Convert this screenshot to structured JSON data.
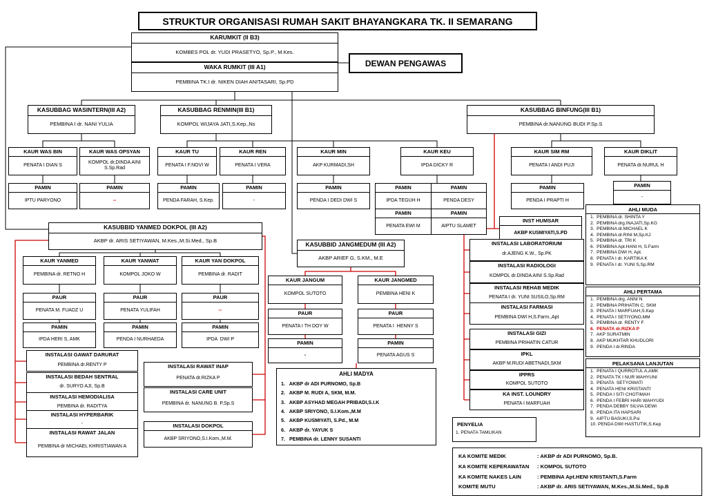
{
  "title": "STRUKTUR ORGANISASI RUMAH SAKIT BHAYANGKARA TK. II  SEMARANG",
  "colors": {
    "accent_red": "#cc0000",
    "line_black": "#000000"
  },
  "leadership": {
    "karumkit": {
      "title": "KARUMKIT (II B3)",
      "name": "KOMBES POL dr. YUDI PRASETYO, Sp.P., M.Kes."
    },
    "waka": {
      "title": "WAKA RUMKIT (III A1)",
      "name": "PEMBINA TK.I dr. NIKEN DIAH ANITASARI, Sp.PD"
    },
    "dewan_pengawas": "DEWAN PENGAWAS"
  },
  "kasubbag": [
    {
      "title": "KASUBBAG WASINTERN(III A2)",
      "name": "PEMBINA I dr. NANI YULIA"
    },
    {
      "title": "KASUBBAG RENMIN(III B1)",
      "name": "KOMPOL WIJAYA JATI,S.Kep.,Ns"
    },
    {
      "title": "KASUBBAG BINFUNG(III B1)",
      "name": "PEMBINA dr.NANUNG BUDI P.Sp.S"
    }
  ],
  "kaur": [
    {
      "title": "KAUR WAS BIN",
      "name": "PENATA I DIAN S"
    },
    {
      "title": "KAUR WAS OPSYAN",
      "name": "KOMPOL dr,DINDA AINI S.Sp.Rad"
    },
    {
      "title": "KAUR TU",
      "name": "PENATA I F.NOVI W"
    },
    {
      "title": "KAUR REN",
      "name": "PENATA I VERA"
    },
    {
      "title": "KAUR MIN",
      "name": "AKP KURMADI,SH"
    },
    {
      "title": "KAUR KEU",
      "name": "IPDA DICKY R"
    },
    {
      "title": "KAUR SIM RM",
      "name": "PENATA I ANDI PUJI"
    },
    {
      "title": "KAUR DIKLIT",
      "name": "PENATA dr.NURUL H"
    }
  ],
  "pamin": [
    {
      "title": "PAMIN",
      "name": "IPTU PARYONO"
    },
    {
      "title": "PAMIN",
      "name": "--"
    },
    {
      "title": "PAMIN",
      "name": "PENDA FARAH, S.Kep."
    },
    {
      "title": "PAMIN",
      "name": "-"
    },
    {
      "title": "PAMIN",
      "name": "PENDA I DEDI DWI S"
    },
    {
      "title": "PAMIN",
      "name": "IPDA TEGUH H"
    },
    {
      "title": "PAMIN",
      "name": "PENDA DESY"
    },
    {
      "title": "PAMIN",
      "name": "PENATA EWI M"
    },
    {
      "title": "PAMIN",
      "name": "AIPTU SLAMET"
    },
    {
      "title": "PAMIN",
      "name": "PENDA I PRAPTI H"
    },
    {
      "title": "PAMIN",
      "name": "-"
    }
  ],
  "inst_humsar": {
    "title": "INST HUMSAR",
    "name": "AKBP KUSMIYATI,S.PD"
  },
  "yanmed": {
    "header": {
      "title": "KASUBBID YANMED DOKPOL (III A2)",
      "name": "AKBP dr. ARIS SETIYAWAN, M.Kes.,M.Si.Med., Sp.B"
    },
    "kaur": [
      {
        "title": "KAUR YANMED",
        "name": "PEMBINA dr. RETNO H"
      },
      {
        "title": "KAUR YANWAT",
        "name": "KOMPOL JOKO W"
      },
      {
        "title": "KAUR YAN DOKPOL",
        "name": "PEMBINA dr. RADIT"
      }
    ],
    "paur": [
      {
        "title": "PAUR",
        "name": "PENATA M. FUADZ U"
      },
      {
        "title": "PAUR",
        "name": "PENATA YULIFAH"
      },
      {
        "title": "PAUR",
        "name": "--"
      }
    ],
    "pamin": [
      {
        "title": "PAMIN",
        "name": "IPDA HERI S, AMK"
      },
      {
        "title": "PAMIN",
        "name": "PENDA I NURHAEDA"
      },
      {
        "title": "PAMIN",
        "name": "IPDA  DWI P"
      }
    ],
    "instalasi_left": [
      {
        "title": "INSTALASI GAWAT DARURAT",
        "name": "PEMBINA dr.RENTY P"
      },
      {
        "title": "INSTALASI BEDAH SENTRAL",
        "name": "dr. SURYO AJI, Sp.B"
      },
      {
        "title": "INSTALASI HEMODIALISA",
        "name": "PEMBINA dr. RADITYA"
      },
      {
        "title": "INSTALASI HYPERBARIK",
        "name": "-"
      },
      {
        "title": "INSTALASI RAWAT JALAN",
        "name": "PEMBINA dr MICHAEL KHRISTIAWAN A"
      }
    ],
    "instalasi_mid": [
      {
        "title": "INSTALASI RAWAT INAP",
        "name": "PENATA dr.RIZKA P"
      },
      {
        "title": "INSTALASI CARE UNIT",
        "name": "PEMBINA dr. NANUNG B. P,Sp.S"
      },
      {
        "title": "INSTALASI DOKPOL",
        "name": "AKBP SRIYONO,S.I.Kom.,M.M."
      }
    ]
  },
  "jangmedum": {
    "header": {
      "title": "KASUBBID JANGMEDUM (III A2)",
      "name": "AKBP ARIEF G, S.KM., M.E"
    },
    "kaur": [
      {
        "title": "KAUR JANGUM",
        "name": "KOMPOL SUTOTO"
      },
      {
        "title": "KAUR JANGMED",
        "name": "PEMBINA HENI K"
      }
    ],
    "paur": [
      {
        "title": "PAUR",
        "name": "PENATA I TH DOY W"
      },
      {
        "title": "PAUR",
        "name": "PENATA I  HENNY S"
      }
    ],
    "pamin": [
      {
        "title": "PAMIN",
        "name": "-"
      },
      {
        "title": "PAMIN",
        "name": "PENATA AGUS S"
      }
    ]
  },
  "ahli_madya": {
    "title": "AHLI MADYA",
    "items": [
      "1.   AKBP dr ADI PURNOMO, Sp.B",
      "2.   AKBP M. RUDI A, SKM, M.M.",
      "3.   AKBP ASYHAD MEGAH PRIBADI,S.I.K",
      "4.   AKBP SRIYONO, S.I.Kom.,M.M",
      "5.   AKBP KUSMIYATI, S.Pd., M.M",
      "6.   AKBP dr. YAYUK S",
      "7.   PEMBINA dr. LENNY SUSANTI"
    ]
  },
  "instalasi_right": [
    {
      "title": "INSTALASI LABORATORIUM",
      "name": "dr.AJENG K.W., Sp.PK"
    },
    {
      "title": "INSTALASI RADIOLOGI",
      "name": "KOMPOL dr.DINDA AINI S.Sp.Rad"
    },
    {
      "title": "INSTALASI REHAB MEDIK",
      "name": "PENATA I dr. YUNI SUSILO,Sp.RM"
    },
    {
      "title": "INSTALASI FARMASI",
      "name": "PEMBINA DWI H,S.Farm.,Apt"
    },
    {
      "title": "INSTALASI GIZI",
      "name": "PEMBINA PRIHATIN CATUR"
    },
    {
      "title": "IPKL",
      "name": "AKBP M.RUDI ABETNADI,SKM"
    },
    {
      "title": "IPPRS",
      "name": "KOMPOL SUTOTO"
    },
    {
      "title": "KA INST. LOUNDRY",
      "name": "PENATA I MARFUAH"
    }
  ],
  "ahli_muda": {
    "title": "AHLI MUDA",
    "items": [
      "1.  PEMBINA dr. SHINTA Y",
      "2.  PEMBINA drg.INAJATI,Sp.KG",
      "3.  PEMBINA dr.MICHAEL K",
      "4.  PEMBINA dr.RINI M,Sp.KJ",
      "5.  PEMBINA dr. TRI K",
      "6.  PEMBINA Apt.HANI H, S.Farm",
      "7.  PEMBINA DWI H, Apt.",
      "8.  PENATA I dr. KARTIKA K",
      "9.  PENATA I dr. YUNI S,Sp.RM"
    ]
  },
  "ahli_pertama": {
    "title": "AHLI PERTAMA",
    "items": [
      "1.  PEMBINA drg. ANNI N",
      "2.  PEMBINA PRIHATIN C, SKM",
      "3.  PENATA I MARFUAH,S.Kep",
      "4.  PENATA I SETIYONO,MM",
      "5.  PEMBINA dr. RENTY F",
      "6.  PENATA dr.RIZKA P",
      "7.  AKP SURATMIN",
      "8.  AKP MUKHTAR KHUDLORI",
      "9.  PENDA I dr.RINDA"
    ]
  },
  "pelaksana_lanjutan": {
    "title": "PELAKSANA LANJUTAN",
    "items": [
      "1.  PENATA I QURROTUL A,AMK",
      "2.  PENATA TK I NUR WAHYUNI",
      "3.  PENATA  SETYOWATI",
      "4.  PENATA HENI KRISTANTI",
      "5.  PENDA I SITI CHOTIMAH",
      "6.  PENDA I FEBRI HARI WAHYUDI",
      "7.  PENDA DEBBY SILVIA DEWI",
      "8.  PENDA ITA HAPSARI",
      "9.  AIPTU BASUKI,S.Psi",
      "10. PENDA DWI HASTUTIK,S.Kep"
    ]
  },
  "penyelia": {
    "title": "PENYELIA",
    "item": "1. PENATA TAMLIKAN"
  },
  "komite": {
    "rows": [
      {
        "label": "KA KOMITE MEDIK",
        "value": ": AKBP dr ADI PURNOMO, Sp.B."
      },
      {
        "label": "KA KOMITE KEPERAWATAN",
        "value": ": KOMPOL SUTOTO"
      },
      {
        "label": "KA KOMITE NAKES LAIN",
        "value": ": PEMBINA Apt.HENI KRISTANTI,S.Farm"
      },
      {
        "label": "KOMITE MUTU",
        "value": ": AKBP dr. ARIS SETIYAWAN, M.Kes.,M.Si.Med., Sp.B"
      }
    ]
  }
}
